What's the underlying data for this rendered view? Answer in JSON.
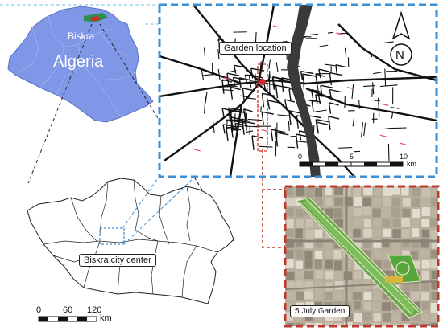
{
  "map_data": {
    "country_label": "Algeria",
    "province_label": "Biskra",
    "city_center_label": "Biskra city center",
    "garden_location_label": "Garden location",
    "garden_name_label": "5 July Garden",
    "north_label": "N",
    "province_scale": {
      "ticks": [
        "0",
        "60",
        "120"
      ],
      "unit": "km"
    },
    "city_scale": {
      "ticks": [
        "0",
        "5",
        "10"
      ],
      "unit": "km"
    }
  },
  "colors": {
    "algeria_fill": "#7f97e6",
    "province_frame": "#3b8fd6",
    "garden_frame": "#c0392b",
    "highlight_red": "#d62828",
    "river": "#3a3a3a"
  }
}
